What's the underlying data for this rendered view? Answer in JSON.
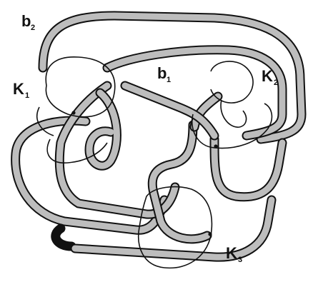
{
  "labels": {
    "b2": {
      "base": "b",
      "sub": "2"
    },
    "b1": {
      "base": "b",
      "sub": "1"
    },
    "k1": {
      "base": "K",
      "sub": "1"
    },
    "k2": {
      "base": "K",
      "sub": "2"
    },
    "k3": {
      "base": "K",
      "sub": "3"
    }
  },
  "colors": {
    "band_fill": "#bdbdbd",
    "stroke": "#111111",
    "background": "#ffffff"
  }
}
